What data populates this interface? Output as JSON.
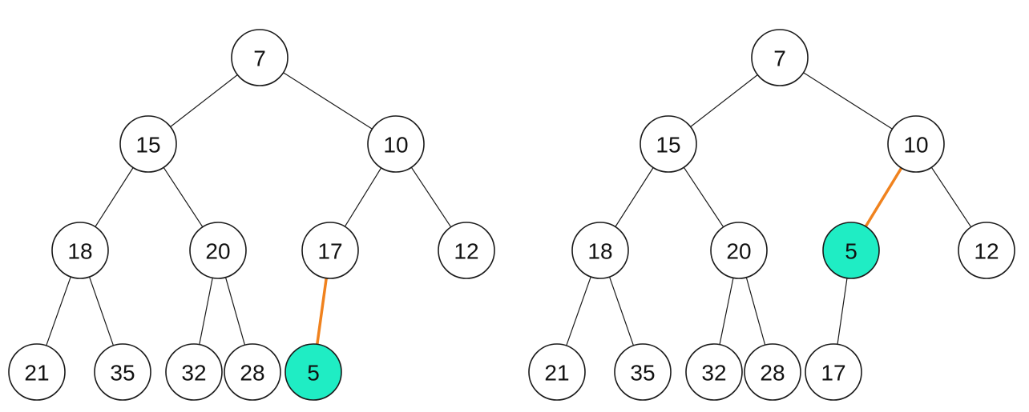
{
  "colors": {
    "node_fill": "#ffffff",
    "node_stroke": "#1a1a1a",
    "edge": "#1a1a1a",
    "highlight_node": "#1fedc4",
    "highlight_edge": "#f0821e"
  },
  "trees": [
    {
      "id": "left-heap",
      "nodes": [
        {
          "id": "n7",
          "label": "7"
        },
        {
          "id": "n15",
          "label": "15"
        },
        {
          "id": "n10",
          "label": "10"
        },
        {
          "id": "n18",
          "label": "18"
        },
        {
          "id": "n20",
          "label": "20"
        },
        {
          "id": "n17",
          "label": "17"
        },
        {
          "id": "n12",
          "label": "12"
        },
        {
          "id": "n21",
          "label": "21"
        },
        {
          "id": "n35",
          "label": "35"
        },
        {
          "id": "n32",
          "label": "32"
        },
        {
          "id": "n28",
          "label": "28"
        },
        {
          "id": "n5",
          "label": "5",
          "highlight": true
        }
      ],
      "edges": [
        {
          "from": "n7",
          "to": "n15"
        },
        {
          "from": "n7",
          "to": "n10"
        },
        {
          "from": "n15",
          "to": "n18"
        },
        {
          "from": "n15",
          "to": "n20"
        },
        {
          "from": "n10",
          "to": "n17"
        },
        {
          "from": "n10",
          "to": "n12"
        },
        {
          "from": "n18",
          "to": "n21"
        },
        {
          "from": "n18",
          "to": "n35"
        },
        {
          "from": "n20",
          "to": "n32"
        },
        {
          "from": "n20",
          "to": "n28"
        },
        {
          "from": "n17",
          "to": "n5",
          "highlight": true
        }
      ]
    },
    {
      "id": "right-heap",
      "nodes": [
        {
          "id": "n7",
          "label": "7"
        },
        {
          "id": "n15",
          "label": "15"
        },
        {
          "id": "n10",
          "label": "10"
        },
        {
          "id": "n18",
          "label": "18"
        },
        {
          "id": "n20",
          "label": "20"
        },
        {
          "id": "n5",
          "label": "5",
          "highlight": true
        },
        {
          "id": "n12",
          "label": "12"
        },
        {
          "id": "n21",
          "label": "21"
        },
        {
          "id": "n35",
          "label": "35"
        },
        {
          "id": "n32",
          "label": "32"
        },
        {
          "id": "n28",
          "label": "28"
        },
        {
          "id": "n17",
          "label": "17"
        }
      ],
      "edges": [
        {
          "from": "n7",
          "to": "n15"
        },
        {
          "from": "n7",
          "to": "n10"
        },
        {
          "from": "n15",
          "to": "n18"
        },
        {
          "from": "n15",
          "to": "n20"
        },
        {
          "from": "n10",
          "to": "n5",
          "highlight": true
        },
        {
          "from": "n10",
          "to": "n12"
        },
        {
          "from": "n18",
          "to": "n21"
        },
        {
          "from": "n18",
          "to": "n35"
        },
        {
          "from": "n20",
          "to": "n32"
        },
        {
          "from": "n20",
          "to": "n28"
        },
        {
          "from": "n5",
          "to": "n17"
        }
      ]
    }
  ]
}
